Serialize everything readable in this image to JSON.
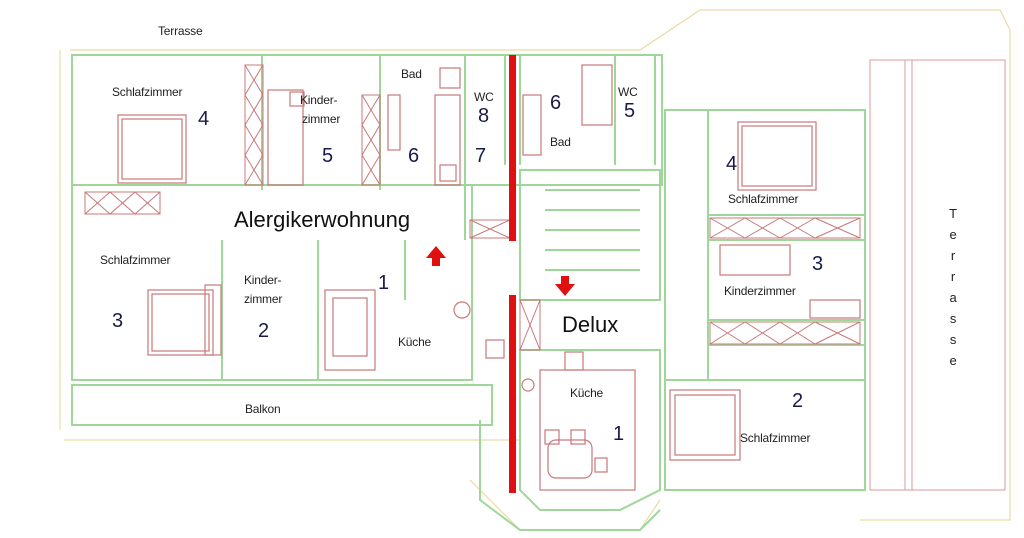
{
  "labels": {
    "terrasse_top": "Terrasse",
    "terrasse_right_letters": [
      "T",
      "e",
      "r",
      "r",
      "a",
      "s",
      "s",
      "e"
    ],
    "balkon": "Balkon",
    "allergy_title": "Alergikerwohnung",
    "delux_title": "Delux",
    "left_apartment": {
      "bedroom4": "Schlafzimmer",
      "bedroom4_num": "4",
      "kids5_line1": "Kinder-",
      "kids5_line2": "zimmer",
      "kids5_num": "5",
      "bath": "Bad",
      "bath_num": "6",
      "num7": "7",
      "wc": "WC",
      "wc_num": "8",
      "bedroom3": "Schlafzimmer",
      "bedroom3_num": "3",
      "kids2_line1": "Kinder-",
      "kids2_line2": "zimmer",
      "kids2_num": "2",
      "kitchen": "Küche",
      "kitchen_num": "1"
    },
    "right_apartment": {
      "bath": "Bad",
      "bath_num": "6",
      "wc": "WC",
      "wc_num": "5",
      "bedroom4": "Schlafzimmer",
      "bedroom4_num": "4",
      "kids3": "Kinderzimmer",
      "kids3_num": "3",
      "bedroom2": "Schlafzimmer",
      "bedroom2_num": "2",
      "kitchen": "Küche",
      "kitchen_num": "1"
    }
  },
  "colors": {
    "wall": "#9fd79a",
    "furniture": "#c8787a",
    "divider": "#e01010",
    "arrow": "#e01010",
    "outline": "#e8c98a",
    "text": "#222222",
    "number": "#1a1a4a"
  }
}
